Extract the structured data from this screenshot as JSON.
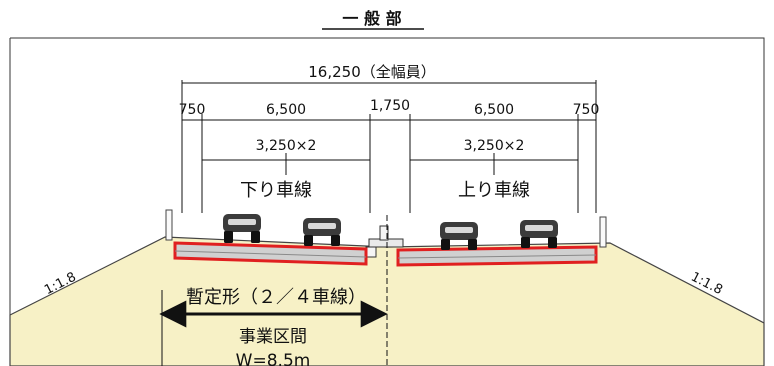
{
  "section_title": "一 般 部",
  "dimensions": {
    "total": "16,250（全幅員）",
    "left_shoulder": "750",
    "left_carriageway": "6,500",
    "median": "1,750",
    "right_carriageway": "6,500",
    "right_shoulder": "750",
    "left_lanes": "3,250×2",
    "right_lanes": "3,250×2"
  },
  "lane_labels": {
    "down": "下り車線",
    "up": "上り車線"
  },
  "slopes": {
    "left": "1:1.8",
    "right": "1:1.8"
  },
  "provisional": {
    "label": "暫定形（２／４車線）",
    "project_label": "事業区間",
    "width_label": "W=8.5m"
  },
  "colors": {
    "embankment": "#f7f1c6",
    "pavement_edge": "#e02020",
    "pavement_fill": "#c9c9c9",
    "outline": "#222222"
  }
}
